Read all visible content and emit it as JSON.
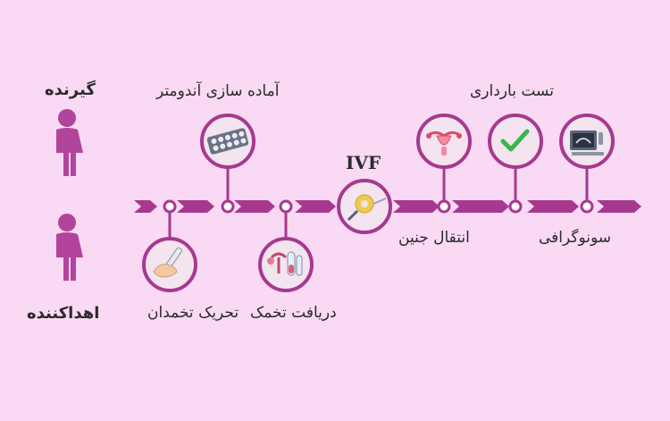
{
  "roles": {
    "recipient": "گیرنده",
    "donor": "اهداکننده"
  },
  "steps": {
    "ovarian_stimulation": "تحریک تخمدان",
    "endometrium_prep": "آماده سازی آندومتر",
    "egg_retrieval": "دریافت تخمک",
    "ivf": "IVF",
    "embryo_transfer": "انتقال جنین",
    "pregnancy_test": "تست بارداری",
    "sonography": "سونوگرافی"
  },
  "colors": {
    "background": "#f9d9f4",
    "accent": "#a6398f",
    "figure": "#b2449c",
    "icon_fill": "#f3e4ef"
  },
  "icons": {
    "ovarian_stimulation": "syringe-hand-icon",
    "endometrium_prep": "pill-blister-icon",
    "egg_retrieval": "ovary-test-tube-icon",
    "ivf": "micro-injection-icon",
    "embryo_transfer": "uterus-icon",
    "pregnancy_test": "checkmark-icon",
    "sonography": "ultrasound-monitor-icon"
  }
}
